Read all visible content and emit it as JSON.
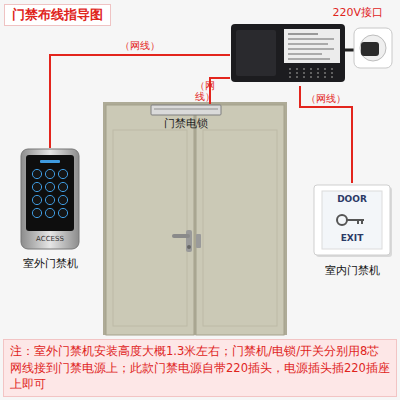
{
  "diagram": {
    "title": "门禁布线指导图",
    "caption": "注：室外门禁机安装高度大概1.3米左右；门禁机/电锁/开关分别用8芯网线接到门禁电源上；此款门禁电源自带220插头，电源插头插220插座上即可",
    "nodes": [
      {
        "text": [
          "220V接口"
        ]
      },
      {
        "text": [
          "门禁电锁"
        ]
      },
      {
        "text": [
          "ACCESS",
          "室外门禁机"
        ]
      },
      {
        "text": [
          "DOOR",
          "EXIT",
          "室内门禁机"
        ]
      }
    ],
    "edges": [
      {
        "from": 2,
        "to": 0,
        "arrow": "none",
        "label": "（网线）"
      },
      {
        "from": 1,
        "to": 0,
        "arrow": "none",
        "label": "（网线）"
      },
      {
        "from": 3,
        "to": 0,
        "arrow": "none",
        "label": "（网线）"
      }
    ]
  }
}
